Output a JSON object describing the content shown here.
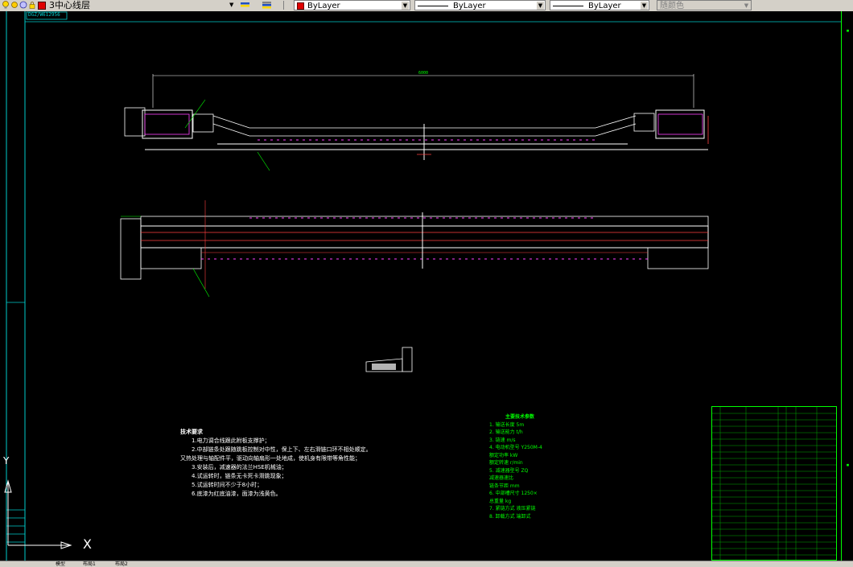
{
  "toolbar": {
    "layer_name": "3中心线层",
    "color": "ByLayer",
    "linetype": "ByLayer",
    "lineweight": "ByLayer",
    "plotstyle": "随颜色",
    "accent_red": "#e00000"
  },
  "drawing": {
    "frame_tag": "DGZ/W612956",
    "dim_top": "6000",
    "ucs_x": "X",
    "ucs_y": "Y"
  },
  "notes": {
    "title": "技术要求",
    "lines": [
      "1.电力调合线跟此附板支撑护；",
      "2.中部链条处跟随跳板控制对中性，保上下、左右滑链口环不相处顺定。",
      "又热处理与轴配件平，驱动向轴扇形一处地成，使机身有限带等角性能；",
      "3.安装后，减速器的法兰HSE机械油；",
      "4.试运转时，链条无卡死卡滑跳现象；",
      "5.试运转时间不少于8小时；",
      "6.底漆为红底油漆，面漆为浅黄色。"
    ]
  },
  "params": {
    "title": "主要技术参数",
    "lines": [
      "1. 输送长度     5m",
      "2. 输送能力     t/h",
      "3. 链速         m/s",
      "4. 电动机型号   Y250M-4",
      "   额定功率     kW",
      "   额定转速     r/min",
      "5. 减速器型号   ZQ",
      "   减速器速比",
      "   链条节距     mm",
      "6. 中部槽尺寸   1250×",
      "   总重量       kg",
      "7. 紧链方式     液压紧链",
      "8. 卸载方式     端卸式"
    ]
  },
  "status": {
    "tabs": [
      "模型",
      "布局1",
      "布局2"
    ]
  }
}
